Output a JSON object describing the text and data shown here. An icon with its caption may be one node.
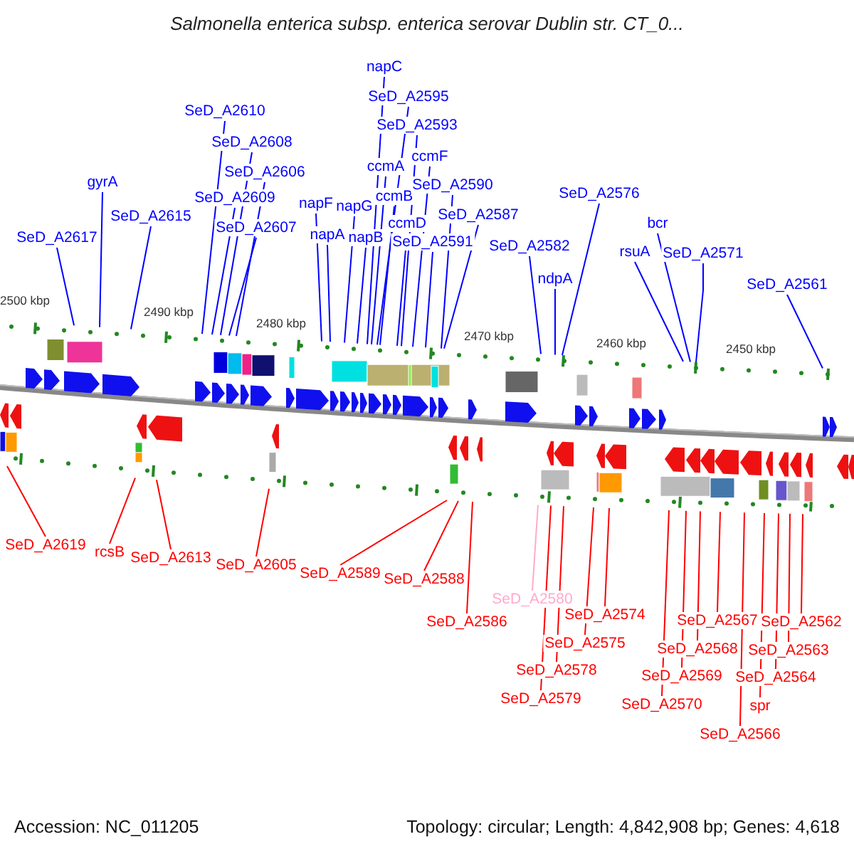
{
  "diagram": {
    "title": "Salmonella enterica subsp. enterica serovar Dublin str. CT_0...",
    "nodes": [
      {
        "text": [
          "SeD_A2617"
        ]
      },
      {
        "text": [
          "gyrA"
        ]
      },
      {
        "text": [
          "SeD_A2615"
        ]
      },
      {
        "text": [
          "SeD_A2610"
        ]
      },
      {
        "text": [
          "SeD_A2609"
        ]
      },
      {
        "text": [
          "SeD_A2608"
        ]
      },
      {
        "text": [
          "SeD_A2607"
        ]
      },
      {
        "text": [
          "SeD_A2606"
        ]
      },
      {
        "text": [
          "napF"
        ]
      },
      {
        "text": [
          "napA"
        ]
      },
      {
        "text": [
          "napG"
        ]
      },
      {
        "text": [
          "napB"
        ]
      },
      {
        "text": [
          "napC"
        ]
      },
      {
        "text": [
          "SeD_A2595"
        ]
      },
      {
        "text": [
          "SeD_A2593"
        ]
      },
      {
        "text": [
          "ccmF"
        ]
      },
      {
        "text": [
          "ccmA"
        ]
      },
      {
        "text": [
          "ccmB"
        ]
      },
      {
        "text": [
          "SeD_A2590"
        ]
      },
      {
        "text": [
          "ccmD"
        ]
      },
      {
        "text": [
          "SeD_A2587"
        ]
      },
      {
        "text": [
          "SeD_A2591"
        ]
      },
      {
        "text": [
          "SeD_A2582"
        ]
      },
      {
        "text": [
          "SeD_A2576"
        ]
      },
      {
        "text": [
          "ndpA"
        ]
      },
      {
        "text": [
          "rsuA"
        ]
      },
      {
        "text": [
          "bcr"
        ]
      },
      {
        "text": [
          "SeD_A2571"
        ]
      },
      {
        "text": [
          "SeD_A2561"
        ]
      },
      {
        "text": [
          "SeD_A2619"
        ]
      },
      {
        "text": [
          "rcsB"
        ]
      },
      {
        "text": [
          "SeD_A2613"
        ]
      },
      {
        "text": [
          "SeD_A2605"
        ]
      },
      {
        "text": [
          "SeD_A2589"
        ]
      },
      {
        "text": [
          "SeD_A2588"
        ]
      },
      {
        "text": [
          "SeD_A2586"
        ]
      },
      {
        "text": [
          "SeD_A2580"
        ]
      },
      {
        "text": [
          "SeD_A2574"
        ]
      },
      {
        "text": [
          "SeD_A2575"
        ]
      },
      {
        "text": [
          "SeD_A2578"
        ]
      },
      {
        "text": [
          "SeD_A2579"
        ]
      },
      {
        "text": [
          "SeD_A2567"
        ]
      },
      {
        "text": [
          "SeD_A2568"
        ]
      },
      {
        "text": [
          "SeD_A2569"
        ]
      },
      {
        "text": [
          "SeD_A2570"
        ]
      },
      {
        "text": [
          "SeD_A2566"
        ]
      },
      {
        "text": [
          "spr"
        ]
      },
      {
        "text": [
          "SeD_A2562"
        ]
      },
      {
        "text": [
          "SeD_A2563"
        ]
      },
      {
        "text": [
          "SeD_A2564"
        ]
      }
    ],
    "edges": [
      {
        "from": 0,
        "to": null,
        "arrow": "none"
      },
      {
        "from": 1,
        "to": null,
        "arrow": "none"
      },
      {
        "from": 2,
        "to": null,
        "arrow": "none"
      },
      {
        "from": 3,
        "to": null,
        "arrow": "none"
      },
      {
        "from": 4,
        "to": null,
        "arrow": "none"
      },
      {
        "from": 5,
        "to": null,
        "arrow": "none"
      },
      {
        "from": 6,
        "to": null,
        "arrow": "none"
      },
      {
        "from": 7,
        "to": null,
        "arrow": "none"
      },
      {
        "from": 8,
        "to": null,
        "arrow": "none"
      },
      {
        "from": 9,
        "to": null,
        "arrow": "none"
      },
      {
        "from": 10,
        "to": null,
        "arrow": "none"
      },
      {
        "from": 11,
        "to": null,
        "arrow": "none"
      },
      {
        "from": 12,
        "to": null,
        "arrow": "none"
      },
      {
        "from": 13,
        "to": null,
        "arrow": "none"
      },
      {
        "from": 14,
        "to": null,
        "arrow": "none"
      },
      {
        "from": 15,
        "to": null,
        "arrow": "none"
      },
      {
        "from": 16,
        "to": null,
        "arrow": "none"
      },
      {
        "from": 17,
        "to": null,
        "arrow": "none"
      },
      {
        "from": 18,
        "to": null,
        "arrow": "none"
      },
      {
        "from": 19,
        "to": null,
        "arrow": "none"
      },
      {
        "from": 20,
        "to": null,
        "arrow": "none"
      },
      {
        "from": 21,
        "to": null,
        "arrow": "none"
      },
      {
        "from": 22,
        "to": null,
        "arrow": "none"
      },
      {
        "from": 23,
        "to": null,
        "arrow": "none"
      },
      {
        "from": 24,
        "to": null,
        "arrow": "none"
      },
      {
        "from": 25,
        "to": null,
        "arrow": "none"
      },
      {
        "from": 26,
        "to": null,
        "arrow": "none"
      },
      {
        "from": 27,
        "to": null,
        "arrow": "none"
      },
      {
        "from": 28,
        "to": null,
        "arrow": "none"
      },
      {
        "from": 29,
        "to": null,
        "arrow": "none",
        "color": "#ff0000"
      },
      {
        "from": 30,
        "to": null,
        "arrow": "none",
        "color": "#ff0000"
      },
      {
        "from": 31,
        "to": null,
        "arrow": "none",
        "color": "#ff0000"
      },
      {
        "from": 32,
        "to": null,
        "arrow": "none",
        "color": "#ff0000"
      },
      {
        "from": 33,
        "to": null,
        "arrow": "none",
        "color": "#ff0000"
      },
      {
        "from": 34,
        "to": null,
        "arrow": "none",
        "color": "#ff0000"
      },
      {
        "from": 35,
        "to": null,
        "arrow": "none",
        "color": "#ff0000"
      },
      {
        "from": 36,
        "to": null,
        "arrow": "none",
        "color": "#ffaacc"
      },
      {
        "from": 37,
        "to": null,
        "arrow": "none",
        "color": "#ff0000"
      },
      {
        "from": 38,
        "to": null,
        "arrow": "none",
        "color": "#ff0000"
      },
      {
        "from": 39,
        "to": null,
        "arrow": "none",
        "color": "#ff0000"
      },
      {
        "from": 40,
        "to": null,
        "arrow": "none",
        "color": "#ff0000"
      },
      {
        "from": 41,
        "to": null,
        "arrow": "none",
        "color": "#ff0000"
      },
      {
        "from": 42,
        "to": null,
        "arrow": "none",
        "color": "#ff0000"
      },
      {
        "from": 43,
        "to": null,
        "arrow": "none",
        "color": "#ff0000"
      },
      {
        "from": 44,
        "to": null,
        "arrow": "none",
        "color": "#ff0000"
      },
      {
        "from": 45,
        "to": null,
        "arrow": "none",
        "color": "#ff0000"
      },
      {
        "from": 46,
        "to": null,
        "arrow": "none",
        "color": "#ff0000"
      },
      {
        "from": 47,
        "to": null,
        "arrow": "none",
        "color": "#ff0000"
      },
      {
        "from": 48,
        "to": null,
        "arrow": "none",
        "color": "#ff0000"
      },
      {
        "from": 49,
        "to": null,
        "arrow": "none",
        "color": "#ff0000"
      }
    ],
    "labels": [
      "2500 kbp",
      "2490 kbp",
      "2480 kbp",
      "2470 kbp",
      "2460 kbp",
      "2450 kbp",
      "Accession: NC_011205",
      "Topology: circular; Length: 4,842,908 bp; Genes: 4,618"
    ]
  }
}
